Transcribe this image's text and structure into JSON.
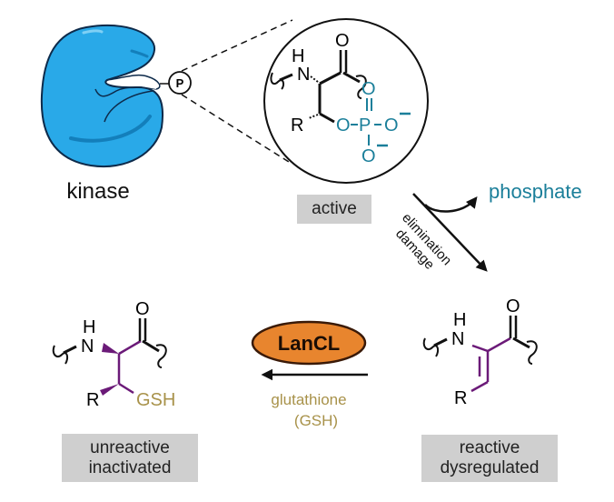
{
  "labels": {
    "kinase": "kinase",
    "phospho_tag": "P",
    "active": "active",
    "phosphate": "phosphate",
    "elimination": "elimination",
    "damage": "damage",
    "enzyme": "LanCL",
    "glutathione": "glutathione",
    "gsh_abbrev": "(GSH)",
    "reactive_line1": "reactive",
    "reactive_line2": "dysregulated",
    "unreactive_line1": "unreactive",
    "unreactive_line2": "inactivated"
  },
  "atoms": {
    "H": "H",
    "N": "N",
    "O": "O",
    "R": "R",
    "P": "P",
    "minus": "−",
    "GSH": "GSH"
  },
  "colors": {
    "kinase_fill": "#29a9e8",
    "phosphate_teal": "#1b7f9a",
    "purple_bond": "#6b1a78",
    "gsh_gold": "#a8924a",
    "lancl_fill": "#e8852e",
    "label_box": "#cfcfcf"
  }
}
